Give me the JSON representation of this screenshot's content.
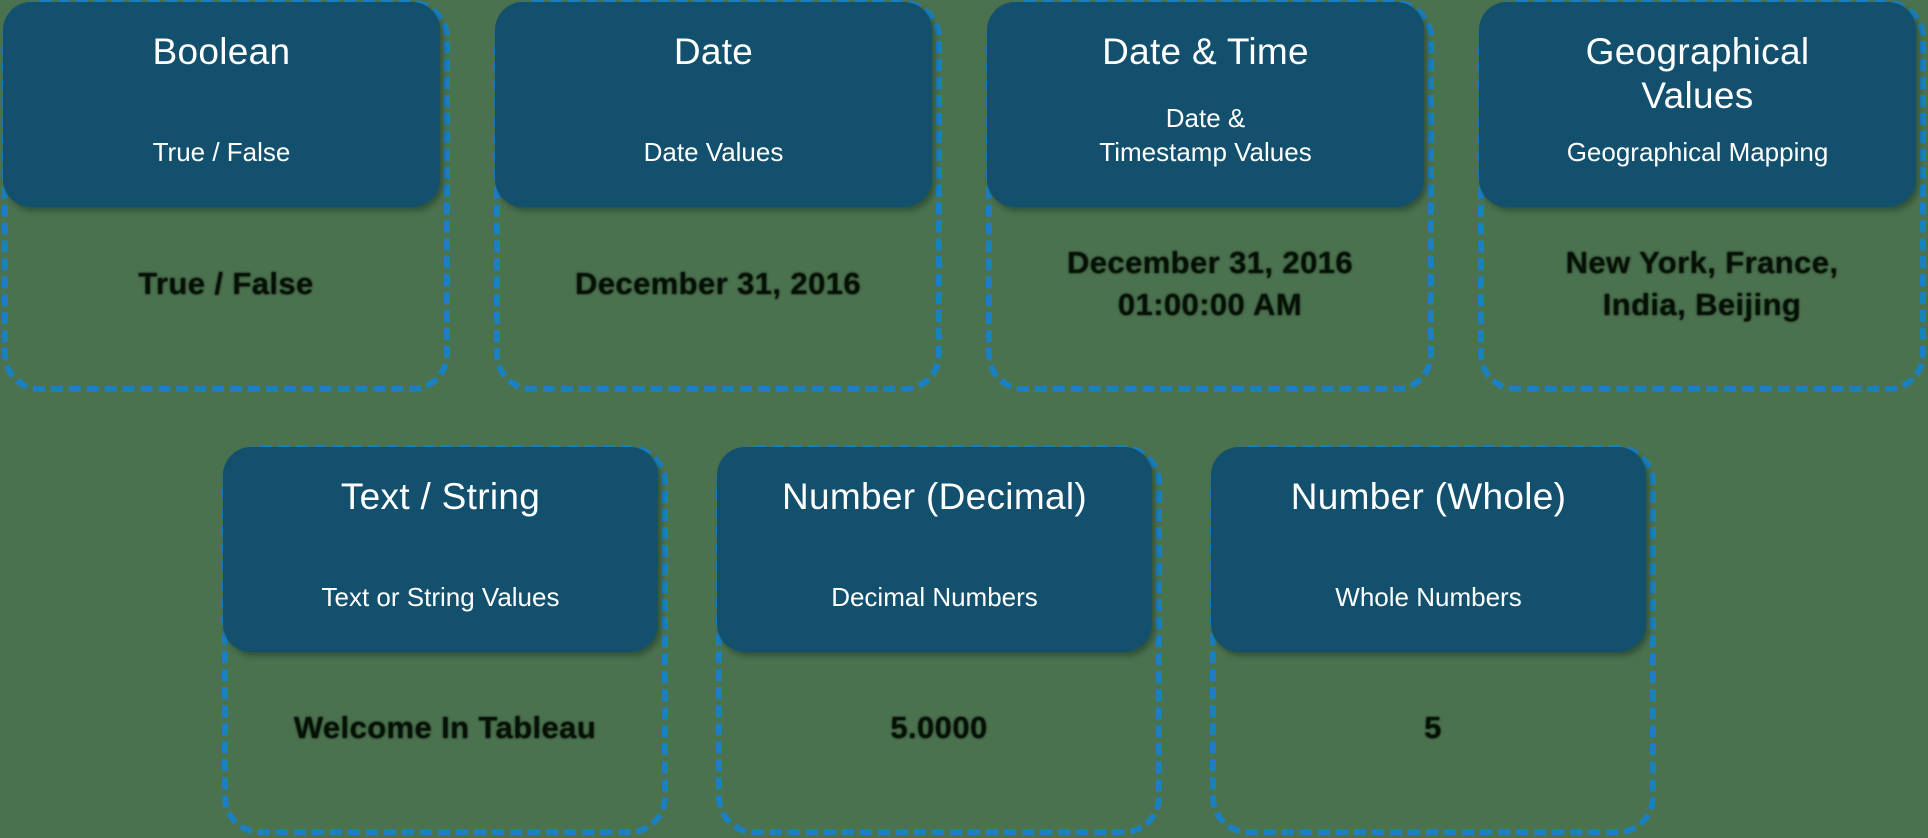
{
  "colors": {
    "background": "#4b724f",
    "header_bg": "#13506d",
    "dash_border": "#1a80c0",
    "header_text": "#ffffff",
    "example_text": "#061106"
  },
  "cards": [
    {
      "id": "boolean",
      "title": "Boolean",
      "subtitle": "True / False",
      "example": "True / False"
    },
    {
      "id": "date",
      "title": "Date",
      "subtitle": "Date Values",
      "example": "December 31, 2016"
    },
    {
      "id": "date-time",
      "title": "Date & Time",
      "subtitle": "Date &\nTimestamp Values",
      "example": "December 31, 2016\n01:00:00 AM"
    },
    {
      "id": "geographical-values",
      "title": "Geographical\nValues",
      "subtitle": "Geographical Mapping",
      "example": "New York, France,\nIndia, Beijing"
    },
    {
      "id": "text-string",
      "title": "Text / String",
      "subtitle": "Text or String Values",
      "example": "Welcome In Tableau"
    },
    {
      "id": "number-decimal",
      "title": "Number (Decimal)",
      "subtitle": "Decimal Numbers",
      "example": "5.0000"
    },
    {
      "id": "number-whole",
      "title": "Number (Whole)",
      "subtitle": "Whole Numbers",
      "example": "5"
    }
  ]
}
